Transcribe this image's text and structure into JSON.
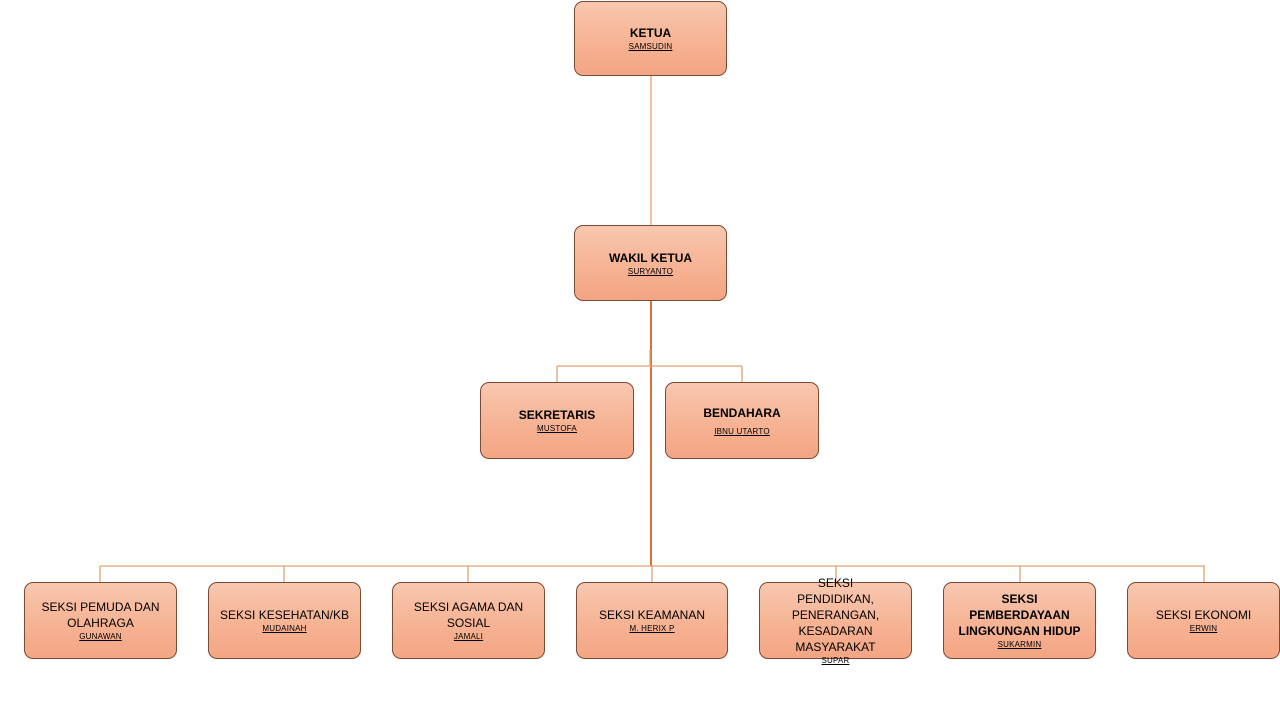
{
  "colors": {
    "connector": "#e0a070",
    "trunk": "#d9733a",
    "box_fill": "#f6b394",
    "box_border": "#7a4a34"
  },
  "ketua": {
    "title": "KETUA",
    "name": "SAMSUDIN"
  },
  "wakil": {
    "title": "WAKIL KETUA",
    "name": "SURYANTO"
  },
  "sekretaris": {
    "title": "SEKRETARIS",
    "name": "MUSTOFA"
  },
  "bendahara": {
    "title": "BENDAHARA",
    "name": "IBNU  UTARTO"
  },
  "seksi": [
    {
      "title": "SEKSI PEMUDA  DAN OLAHRAGA",
      "name": "GUNAWAN"
    },
    {
      "title": "SEKSI KESEHATAN/KB",
      "name": "MUDAINAH"
    },
    {
      "title": "SEKSI AGAMA  DAN SOSIAL",
      "name": "JAMALI"
    },
    {
      "title": "SEKSI KEAMANAN",
      "name": "M. HERIX P"
    },
    {
      "title": "SEKSI PENDIDIKAN, PENERANGAN, KESADARAN MASYARAKAT",
      "name": "SUPAR"
    },
    {
      "title": "SEKSI PEMBERDAYAAN LINGKUNGAN HIDUP",
      "name": "SUKARMIN"
    },
    {
      "title": "SEKSI EKONOMI",
      "name": "ERWIN"
    }
  ]
}
